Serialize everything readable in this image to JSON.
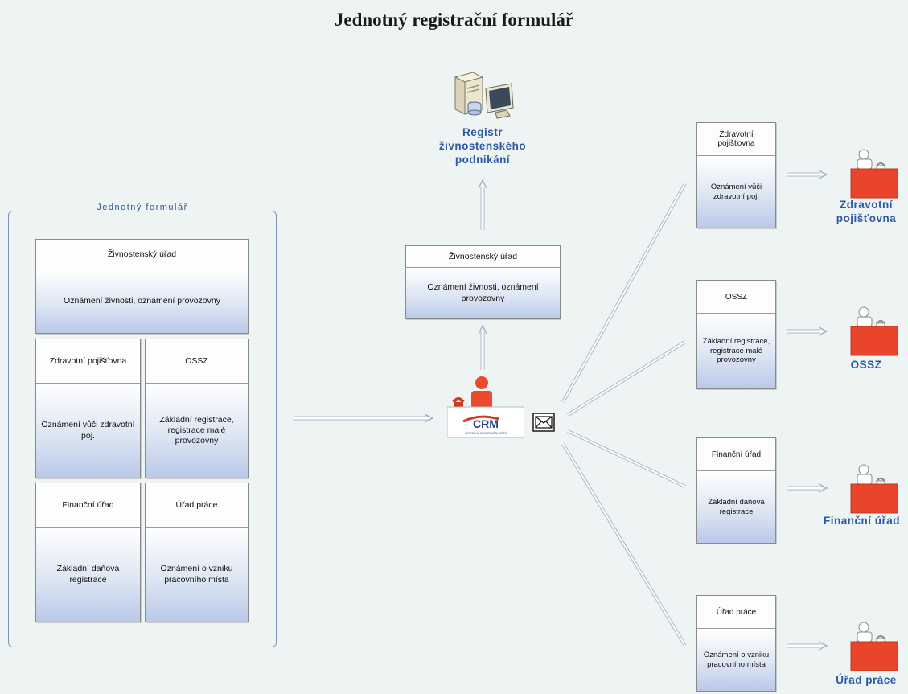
{
  "title": "Jednotný registrační formulář",
  "form": {
    "frame_title": "Jednotný formulář",
    "cards": [
      {
        "header": "Živnostenský úřad",
        "body": "Oznámení živnosti, oznámení provozovny"
      },
      {
        "header": "Zdravotní pojišťovna",
        "body": "Oznámení vůči zdravotní poj."
      },
      {
        "header": "OSSZ",
        "body": "Základní registrace, registrace malé provozovny"
      },
      {
        "header": "Finanční úřad",
        "body": "Základní daňová registrace"
      },
      {
        "header": "Úřad práce",
        "body": "Oznámení o vzniku pracovního místa"
      }
    ]
  },
  "registry": {
    "label": "Registr živnostenského podnikání"
  },
  "center_card": {
    "header": "Živnostenský úřad",
    "body": "Oznámení živnosti, oznámení provozovny"
  },
  "crm": {
    "logo_text": "CRM",
    "sub_text": "CENTRÁLNÍ REGISTRAČNÍ MÍSTO"
  },
  "right_cards": [
    {
      "header": "Zdravotní pojišťovna",
      "body": "Oznámení vůči zdravotní poj."
    },
    {
      "header": "OSSZ",
      "body": "Základní registrace, registrace malé provozovny"
    },
    {
      "header": "Finanční úřad",
      "body": "Základní daňová registrace"
    },
    {
      "header": "Úřad práce",
      "body": "Oznámení o vzniku pracovního místa"
    }
  ],
  "offices": [
    {
      "label": "Zdravotní pojišťovna"
    },
    {
      "label": "OSSZ"
    },
    {
      "label": "Finanční úřad"
    },
    {
      "label": "Úřad práce"
    }
  ],
  "colors": {
    "accent_blue": "#2d58a6",
    "desk_red": "#e8452a",
    "card_gradient_end": "#b9c9e8",
    "background": "#eef3f3"
  },
  "icons": [
    "server-computer-icon",
    "clerk-at-desk-icon",
    "envelope-icon",
    "telephone-icon"
  ]
}
